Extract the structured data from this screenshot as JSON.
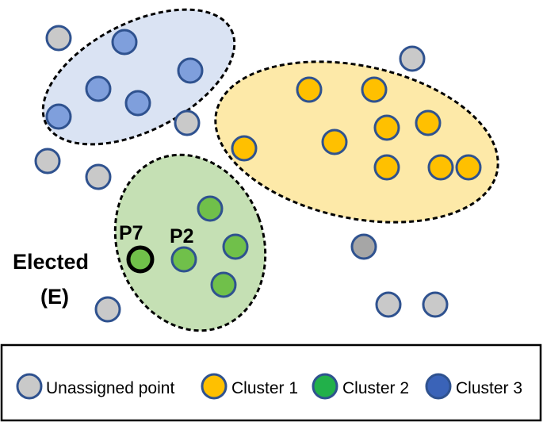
{
  "colors": {
    "unassigned": "#c9c9c9",
    "unassigned_dark": "#a6a6a6",
    "cluster1": "#ffc000",
    "cluster2": "#70c04a",
    "cluster3": "#7f9fdc",
    "cluster3_legend": "#3a63b8",
    "cluster2_legend": "#22b04a",
    "point_stroke": "#2f528f",
    "region1_fill": "#fde9a8",
    "region2_fill": "#c5e0b4",
    "region3_fill": "#dae3f3"
  },
  "labels": {
    "p7": "P7",
    "p2": "P2",
    "elected_line1": "Elected",
    "elected_line2": "(E)"
  },
  "legend": {
    "items": [
      {
        "label": "Unassigned point",
        "color_key": "unassigned"
      },
      {
        "label": "Cluster 1",
        "color_key": "cluster1"
      },
      {
        "label": "Cluster 2",
        "color_key": "cluster2_legend"
      },
      {
        "label": "Cluster 3",
        "color_key": "cluster3_legend"
      }
    ]
  }
}
